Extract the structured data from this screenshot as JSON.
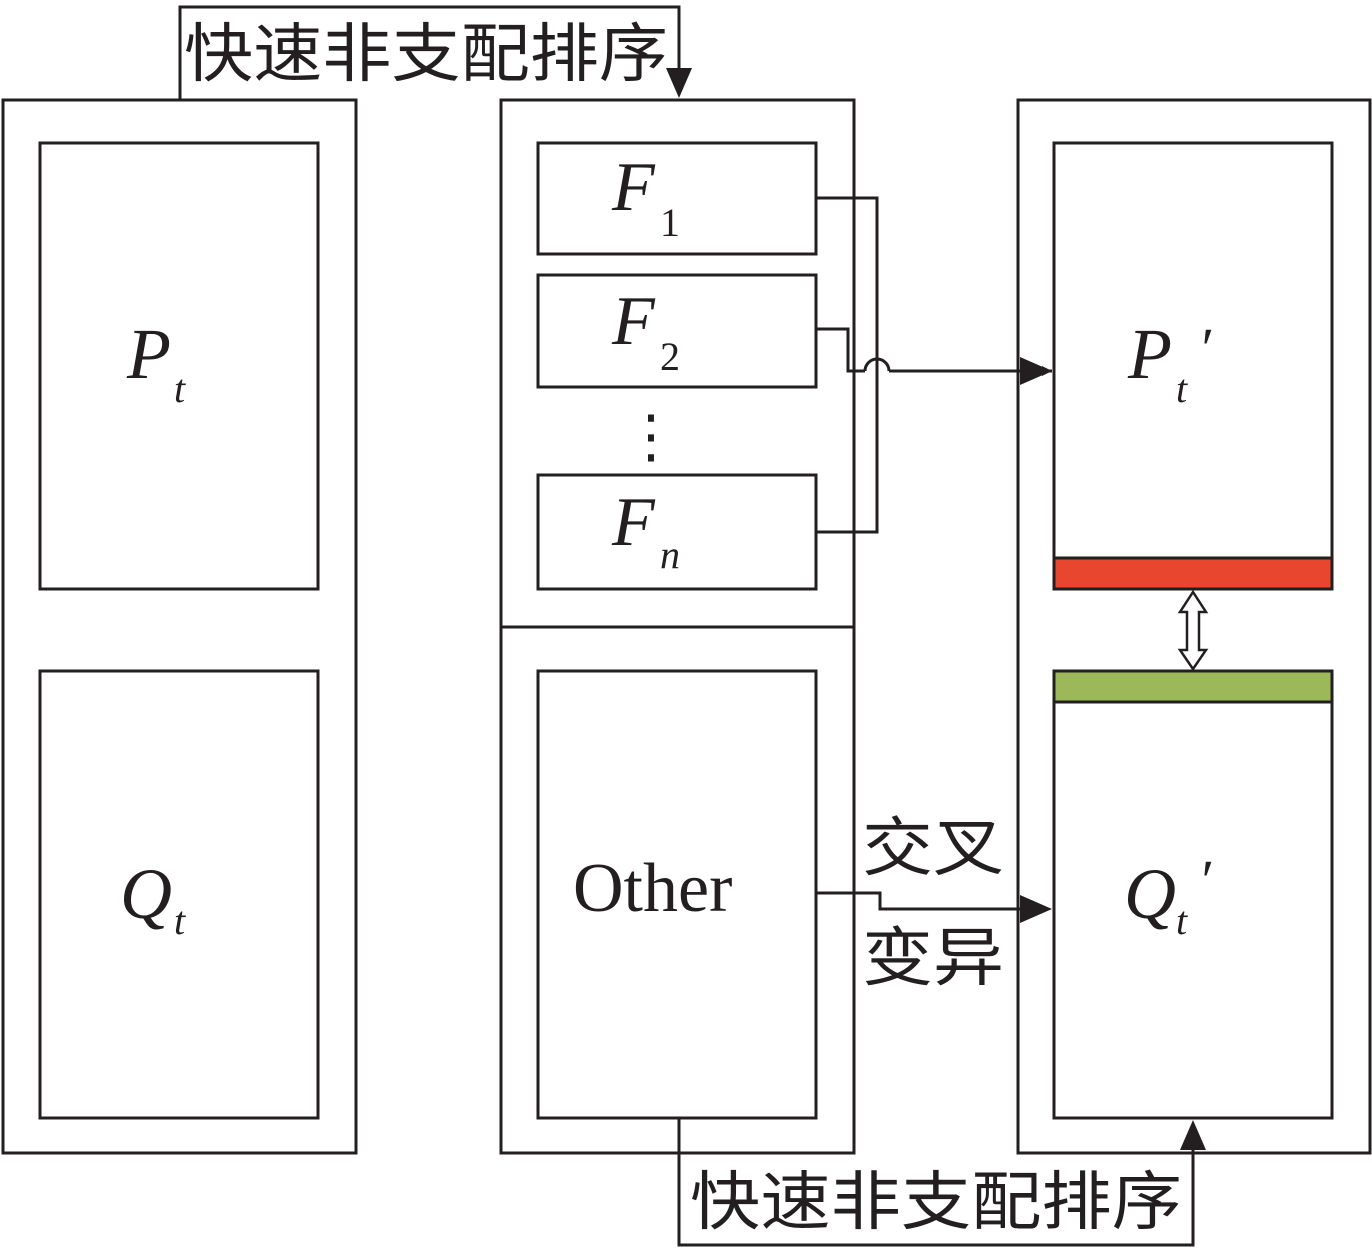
{
  "labels": {
    "sort_top": "快速非支配排序",
    "sort_bottom": "快速非支配排序",
    "crossover": "交叉",
    "mutation": "变异",
    "other": "Other",
    "ellipsis": "⋮"
  },
  "left_column": {
    "top": {
      "symbol": "P",
      "subscript": "t"
    },
    "bottom": {
      "symbol": "Q",
      "subscript": "t"
    }
  },
  "fronts": [
    {
      "symbol": "F",
      "subscript": "1"
    },
    {
      "symbol": "F",
      "subscript": "2"
    },
    {
      "symbol": "F",
      "subscript": "n"
    }
  ],
  "right_column": {
    "top": {
      "symbol": "P",
      "subscript": "t",
      "prime": "′"
    },
    "bottom": {
      "symbol": "Q",
      "subscript": "t",
      "prime": "′"
    }
  },
  "colors": {
    "line": "#231f20",
    "swap_top_bar": "#e8462e",
    "swap_bottom_bar": "#9cb85a"
  }
}
